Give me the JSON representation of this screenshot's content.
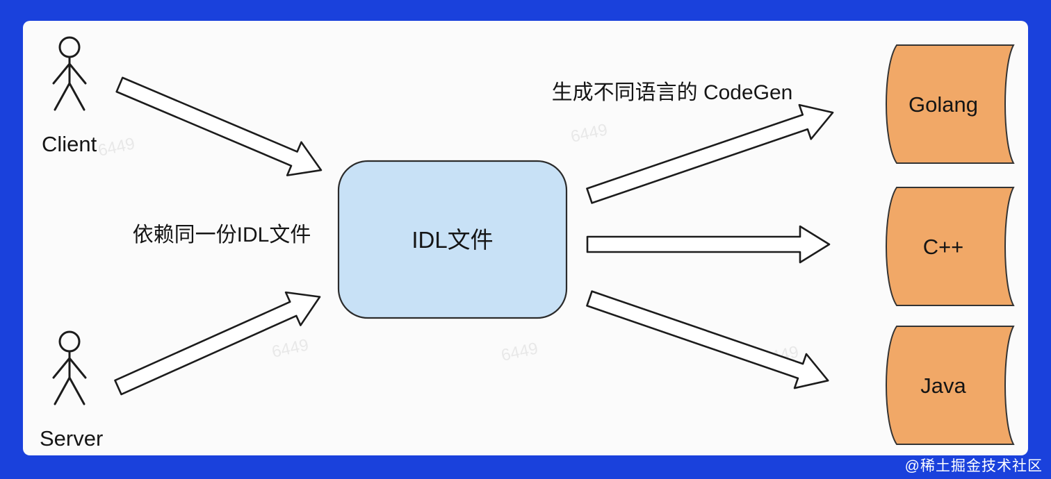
{
  "diagram": {
    "actors": {
      "client": "Client",
      "server": "Server"
    },
    "center_box_label": "IDL文件",
    "left_note": "依赖同一份IDL文件",
    "top_note": "生成不同语言的 CodeGen",
    "outputs": [
      "Golang",
      "C++",
      "Java"
    ],
    "watermark_repeat": "6449",
    "brand_watermark": "@稀土掘金技术社区",
    "colors": {
      "frame_blue": "#1a41dc",
      "canvas_white": "#fbfbfb",
      "idl_box_fill": "#c8e1f6",
      "output_doc_fill": "#f1a867"
    }
  }
}
